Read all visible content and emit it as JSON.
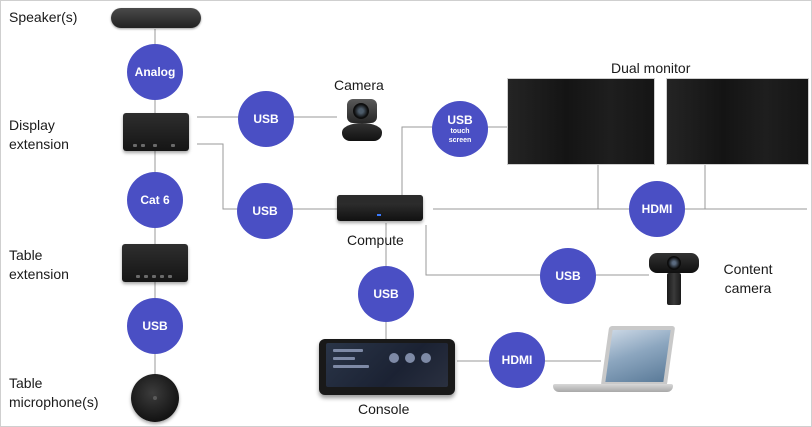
{
  "nodes": {
    "speakers": "Speaker(s)",
    "display_extension": "Display\nextension",
    "table_extension": "Table\nextension",
    "table_microphones": "Table\nmicrophone(s)",
    "camera": "Camera",
    "dual_monitor": "Dual monitor",
    "compute": "Compute",
    "content_camera": "Content\ncamera",
    "console": "Console"
  },
  "connections": {
    "speaker_display": "Analog",
    "display_camera": "USB",
    "display_table": "Cat 6",
    "display_compute": "USB",
    "compute_monitor_touch": "USB",
    "compute_monitor_touch_sub": "touch\nscreen",
    "compute_monitors": "HDMI",
    "table_mic": "USB",
    "compute_console": "USB",
    "compute_content_camera": "USB",
    "console_laptop": "HDMI"
  },
  "colors": {
    "badge": "#4a4fc4",
    "wire": "#9a9a9a"
  }
}
